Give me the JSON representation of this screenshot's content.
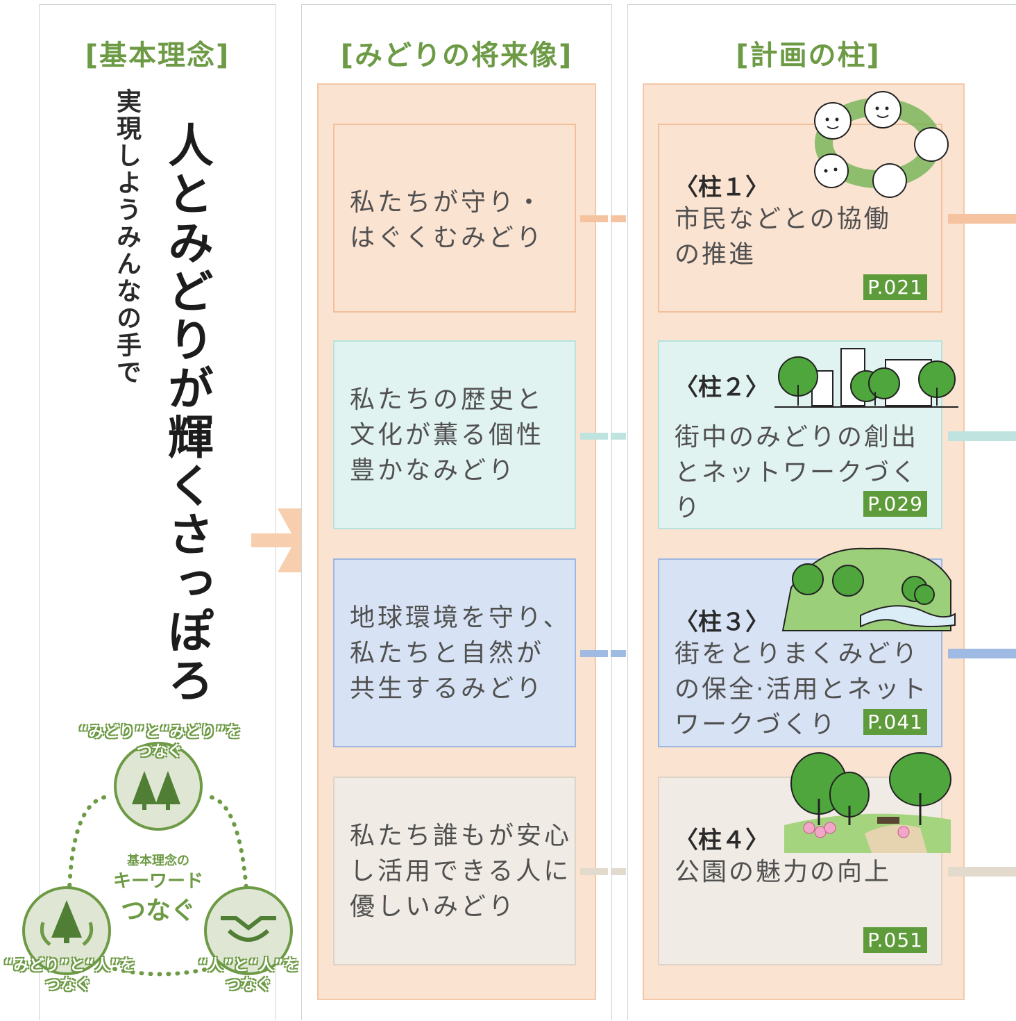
{
  "columns": {
    "basic": {
      "title": "[基本理念]"
    },
    "vision": {
      "title": "[みどりの将来像]"
    },
    "pillars": {
      "title": "[計画の柱]"
    }
  },
  "philosophy": {
    "subtitle": "実現しようみんなの手で",
    "main": "人とみどりが輝くさっぽろ"
  },
  "keywords": {
    "center_line1": "基本理念の",
    "center_line2": "キーワード",
    "center_line3": "つなぐ",
    "top": {
      "line1": "“みどり”と“みどり”を",
      "line2": "つなぐ"
    },
    "left": {
      "line1": "“みどり”と“人”を",
      "line2": "つなぐ"
    },
    "right": {
      "line1": "“人”と“人”を",
      "line2": "つなぐ"
    }
  },
  "visions": [
    {
      "text": "私たちが守り・\nはぐくむみどり"
    },
    {
      "text": "私たちの歴史と\n文化が薫る個性\n豊かなみどり"
    },
    {
      "text": "地球環境を守り、\n私たちと自然が\n共生するみどり"
    },
    {
      "text": "私たち誰もが安心\nし活用できる人に\n優しいみどり"
    }
  ],
  "pillars": [
    {
      "label": "〈柱１〉",
      "text": "市民などとの協働\nの推進",
      "page": "P.021"
    },
    {
      "label": "〈柱２〉",
      "text": "街中のみどりの創出\nとネットワークづくり",
      "page": "P.029"
    },
    {
      "label": "〈柱３〉",
      "text": "街をとりまくみどり\nの保全·活用とネット\nワークづくり",
      "page": "P.041"
    },
    {
      "label": "〈柱４〉",
      "text": "公園の魅力の向上",
      "page": "P.051"
    }
  ],
  "colors": {
    "green": "#6d9a45",
    "orange_band": "#fbe3d2",
    "box1": "#fbe3d2",
    "box2": "#e1f3f1",
    "box3": "#d7e3f5",
    "box4": "#f0ebe4",
    "badge": "#5e9b3a"
  }
}
